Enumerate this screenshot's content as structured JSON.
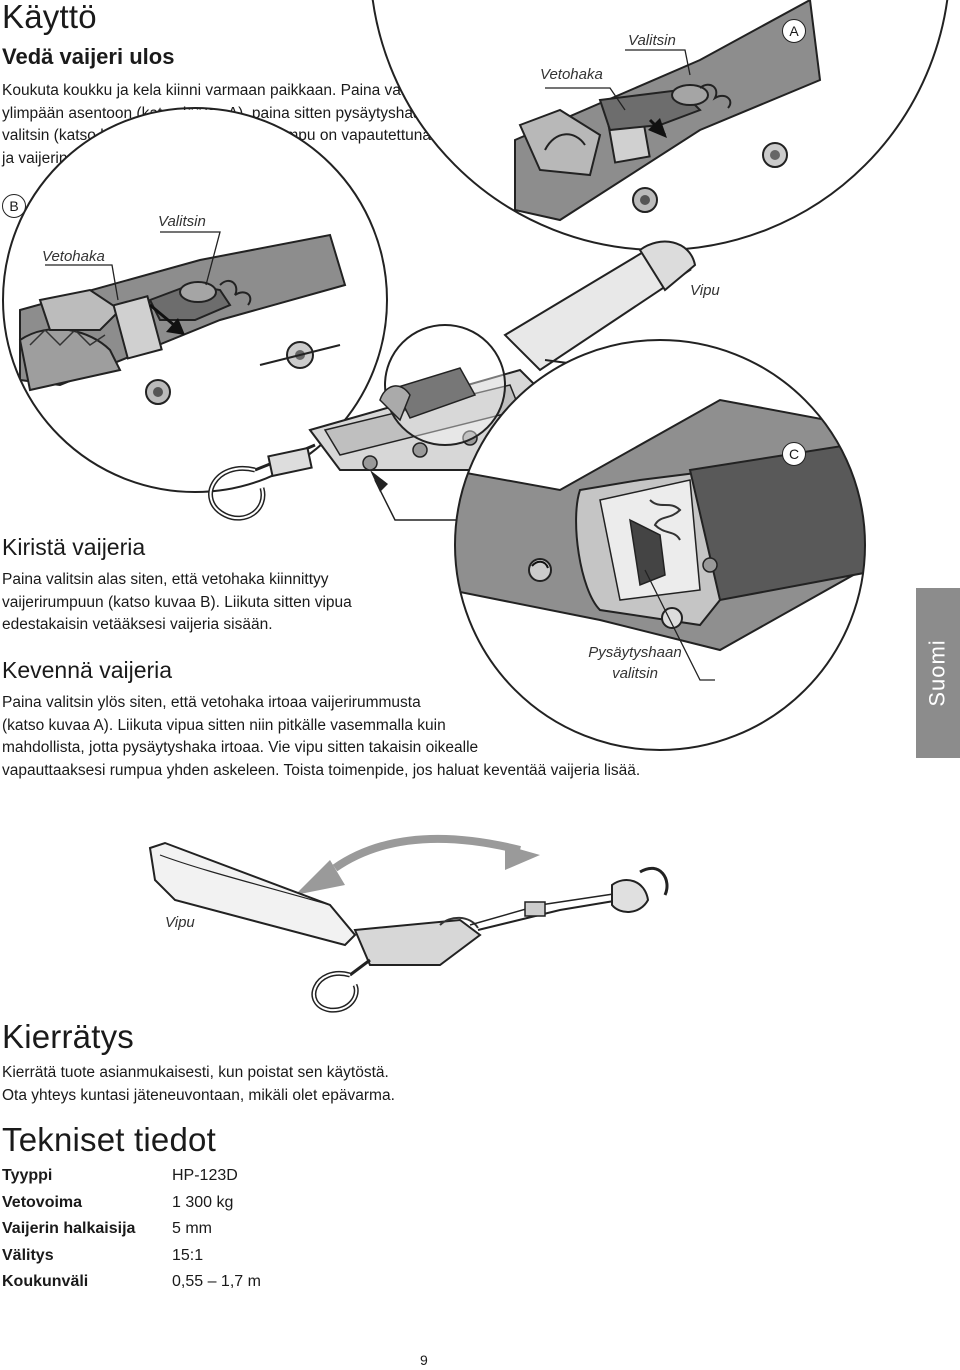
{
  "usage": {
    "title": "Käyttö",
    "pull_out": {
      "heading": "Vedä vaijeri ulos",
      "lines": [
        "Koukuta koukku ja kela kiinni varmaan paikkaan. Paina valitsin",
        "ylimpään asentoon (katso kuvaa A), paina sitten pysäytyshaan",
        "valitsin (katso kuvaa C) alas. Nyt vaijerirumpu on vapautettuna",
        "ja vaijerin voi vetää ulos."
      ]
    },
    "tighten": {
      "heading": "Kiristä vaijeria",
      "lines": [
        "Paina valitsin alas siten, että vetohaka kiinnittyy",
        "vaijerirumpuun (katso kuvaa B). Liikuta sitten vipua",
        "edestakaisin vetääksesi vaijeria sisään."
      ]
    },
    "loosen": {
      "heading": "Kevennä vaijeria",
      "lines": [
        "Paina valitsin ylös siten, että vetohaka irtoaa vaijerirummusta",
        "(katso kuvaa A). Liikuta vipua sitten niin pitkälle vasemmalla kuin",
        "mahdollista, jotta pysäytyshaka irtoaa. Vie vipu sitten takaisin oikealle",
        "vapauttaaksesi rumpua yhden askeleen. Toista toimenpide, jos haluat keventää vaijeria lisää."
      ]
    }
  },
  "figures": {
    "a": {
      "letter": "A",
      "selector": "Valitsin",
      "pawl": "Vetohaka"
    },
    "b": {
      "letter": "B",
      "selector": "Valitsin",
      "pawl": "Vetohaka",
      "lever": "Vipu"
    },
    "c": {
      "letter": "C",
      "stop_pawl_line1": "Pysäytyshaan",
      "stop_pawl_line2": "valitsin"
    },
    "bottom": {
      "lever": "Vipu"
    }
  },
  "side_tab": "Suomi",
  "recycling": {
    "title": "Kierrätys",
    "lines": [
      "Kierrätä tuote asianmukaisesti, kun poistat sen käytöstä.",
      "Ota yhteys kuntasi jäteneuvontaan, mikäli olet epävarma."
    ]
  },
  "specs": {
    "title": "Tekniset tiedot",
    "rows": [
      {
        "key": "Tyyppi",
        "value": "HP-123D"
      },
      {
        "key": "Vetovoima",
        "value": "1 300 kg"
      },
      {
        "key": "Vaijerin halkaisija",
        "value": "5 mm"
      },
      {
        "key": "Välitys",
        "value": "15:1"
      },
      {
        "key": "Koukunväli",
        "value": "0,55 – 1,7 m"
      }
    ]
  },
  "page_number": "9",
  "colors": {
    "side_tab": "#8c8c8c",
    "metal_dark": "#5a5a5a",
    "metal_mid": "#9a9a9a",
    "metal_light": "#cfcfcf"
  }
}
